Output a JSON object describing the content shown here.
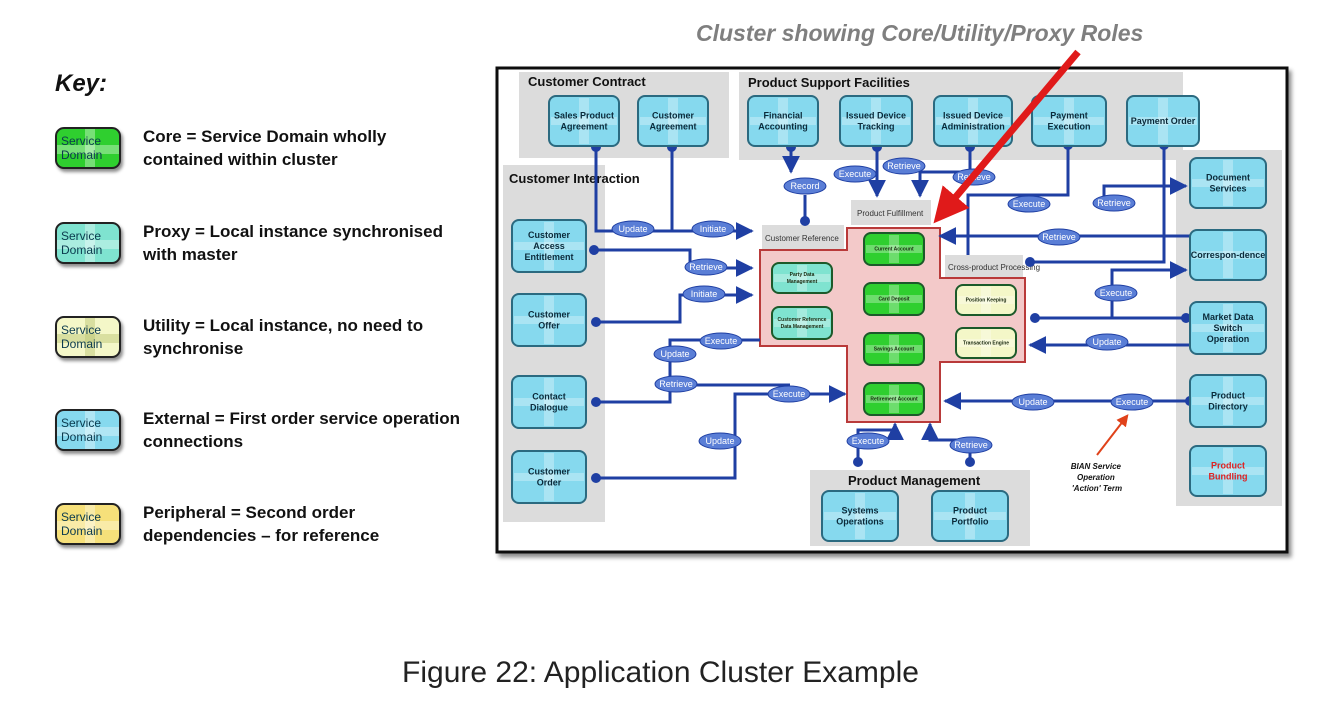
{
  "key": {
    "title": "Key:",
    "chip_label": [
      "Service",
      "Domain"
    ],
    "items": [
      {
        "desc": "Core = Service Domain wholly contained within cluster",
        "color": "#2fcf2f"
      },
      {
        "desc": "Proxy = Local instance synchronised with master",
        "color": "#7fe3d0"
      },
      {
        "desc": "Utility = Local instance, no need to synchronise",
        "color": "#f4f7c8"
      },
      {
        "desc": "External = First order service operation connections",
        "color": "#86d9ee"
      },
      {
        "desc": "Peripheral = Second order dependencies – for reference",
        "color": "#f6e07a"
      }
    ]
  },
  "diagram": {
    "title": "Cluster showing Core/Utility/Proxy Roles",
    "groups": {
      "customer_contract": "Customer Contract",
      "product_support": "Product Support Facilities",
      "customer_interaction": "Customer Interaction",
      "product_management": "Product Management",
      "customer_reference": "Customer Reference",
      "product_fulfillment": "Product Fulfillment",
      "cross_product": "Cross-product Processing"
    },
    "external_domains": {
      "sales_product_agreement": "Sales Product Agreement",
      "customer_agreement": "Customer Agreement",
      "financial_accounting": "Financial Accounting",
      "issued_device_tracking": "Issued Device Tracking",
      "issued_device_administration": "Issued Device Administration",
      "payment_execution": "Payment Execution",
      "payment_order": "Payment Order",
      "customer_access_entitlement": "Customer Access Entitlement",
      "customer_offer": "Customer Offer",
      "contact_dialogue": "Contact Dialogue",
      "customer_order": "Customer Order",
      "document_services": "Document Services",
      "correspondence": "Correspon-dence",
      "market_data_switch_operation": "Market Data Switch Operation",
      "product_directory": "Product Directory",
      "product_bundling": "Product Bundling",
      "systems_operations": "Systems Operations",
      "product_portfolio": "Product Portfolio"
    },
    "internal_domains": {
      "party_data_management": "Party Data Management",
      "customer_reference_data_management": "Customer Reference Data Management",
      "current_account": "Current Account",
      "card_deposit": "Card Deposit",
      "savings_account": "Savings Account",
      "retirement_account": "Retirement Account",
      "position_keeping": "Position Keeping",
      "transaction_engine": "Transaction Engine"
    },
    "actions": {
      "record": "Record",
      "execute": "Execute",
      "retrieve": "Retrieve",
      "update": "Update",
      "initiate": "Initiate"
    },
    "annotation": "BIAN Service Operation 'Action' Term"
  },
  "caption": "Figure 22: Application Cluster Example",
  "colors": {
    "external": "#86d9ee",
    "core": "#2fcf2f",
    "utility": "#f4f7c8",
    "cluster_fill": "#f3c9c9",
    "cluster_border": "#b93a3a",
    "connector": "#1f3fa3",
    "action_oval": "#5a7ed6",
    "group_fill": "#dcdcdc",
    "red_arrow": "#e01a1a",
    "bundling_text": "#e02020"
  }
}
